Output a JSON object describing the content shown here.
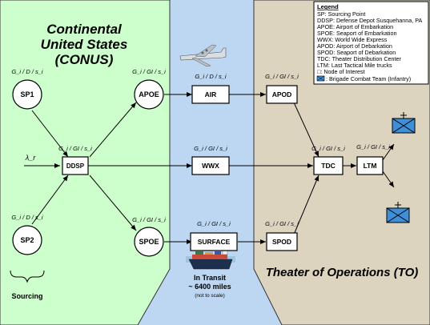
{
  "regions": {
    "conus_title": [
      "Continental",
      "United States",
      "(CONUS)"
    ],
    "to_title": "Theater of Operations (TO)",
    "in_transit": [
      "In Transit",
      "~ 6400 miles",
      "(not to scale)"
    ],
    "sourcing": "Sourcing"
  },
  "nodes": {
    "sp1": "SP1",
    "sp2": "SP2",
    "apoe": "APOE",
    "spoe": "SPOE",
    "ddsp": "DDSP",
    "air": "AIR",
    "wwx": "WWX",
    "surface": "SURFACE",
    "apod": "APOD",
    "spod": "SPOD",
    "tdc": "TDC",
    "ltm": "LTM"
  },
  "queue_labels": {
    "sp1": "G_i / D / s_i",
    "sp2": "G_i / D / s_i",
    "apoe": "G_i / GI / s_i",
    "spoe": "G_i / GI / s_i",
    "ddsp": "G_i / GI / s_i",
    "air": "G_i / D / s_i",
    "wwx": "G_i / GI / s_i",
    "surface": "G_i / GI / s_i",
    "apod": "G_i / GI / s_i",
    "spod": "G_i / GI / s_i",
    "tdc": "G_i / GI / s_i",
    "ltm": "G_i / GI / s_i"
  },
  "lambda": "λ_r",
  "legend": {
    "title": "Legend",
    "items": [
      "SP: Sourcing Point",
      "DDSP: Defense Depot Susquehanna, PA",
      "APOE: Airport of Embarkation",
      "SPOE: Seaport of Embarkation",
      "WWX:  World Wide Express",
      "APOD: Airport of Debarkation",
      "SPOD: Seaport of Debarkation",
      "TDC: Theater Distribution Center",
      "LTM: Last Tactical Mile trucks",
      "□: Node of Interest",
      ": Brigade Combat Team (Infantry)"
    ]
  },
  "colors": {
    "conus_fill": "#ccffcc",
    "transit_fill": "#bdd7f2",
    "to_fill": "#ddd4bf",
    "bct_fill": "#3f8fd8"
  }
}
